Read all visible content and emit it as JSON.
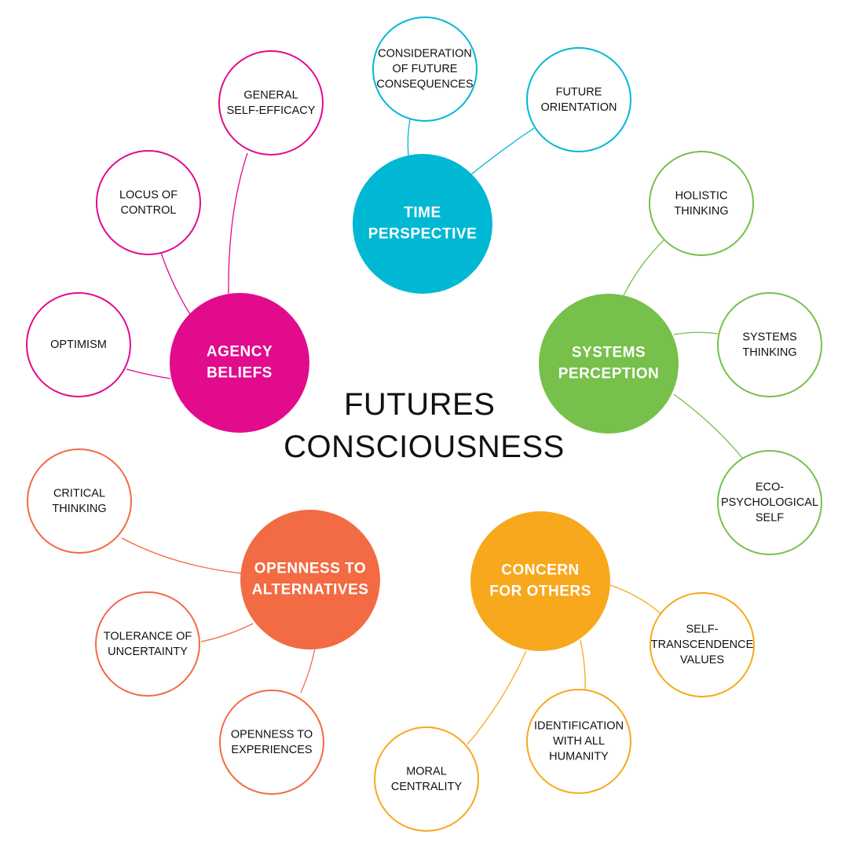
{
  "title": [
    "FUTURES",
    "CONSCIOUSNESS"
  ],
  "clusters": [
    {
      "id": "time-perspective",
      "color": "#00b8d4",
      "hub_lines": [
        "TIME",
        "PERSPECTIVE"
      ],
      "leaves": [
        {
          "id": "consideration-of-future-consequences",
          "lines": [
            "CONSIDERATION",
            "OF FUTURE",
            "CONSEQUENCES"
          ]
        },
        {
          "id": "future-orientation",
          "lines": [
            "FUTURE",
            "ORIENTATION"
          ]
        }
      ]
    },
    {
      "id": "systems-perception",
      "color": "#76c04b",
      "hub_lines": [
        "SYSTEMS",
        "PERCEPTION"
      ],
      "leaves": [
        {
          "id": "holistic-thinking",
          "lines": [
            "HOLISTIC",
            "THINKING"
          ]
        },
        {
          "id": "systems-thinking",
          "lines": [
            "SYSTEMS",
            "THINKING"
          ]
        },
        {
          "id": "eco-psychological-self",
          "lines": [
            "ECO-",
            "PSYCHOLOGICAL",
            "SELF"
          ]
        }
      ]
    },
    {
      "id": "concern-for-others",
      "color": "#f8a81c",
      "hub_lines": [
        "CONCERN",
        "FOR OTHERS"
      ],
      "leaves": [
        {
          "id": "self-transcendence-values",
          "lines": [
            "SELF-",
            "TRANSCENDENCE",
            "VALUES"
          ]
        },
        {
          "id": "identification-with-all-humanity",
          "lines": [
            "IDENTIFICATION",
            "WITH ALL",
            "HUMANITY"
          ]
        },
        {
          "id": "moral-centrality",
          "lines": [
            "MORAL",
            "CENTRALITY"
          ]
        }
      ]
    },
    {
      "id": "openness-to-alternatives",
      "color": "#f26b43",
      "hub_lines": [
        "OPENNESS TO",
        "ALTERNATIVES"
      ],
      "leaves": [
        {
          "id": "critical-thinking",
          "lines": [
            "CRITICAL",
            "THINKING"
          ]
        },
        {
          "id": "tolerance-of-uncertainty",
          "lines": [
            "TOLERANCE OF",
            "UNCERTAINTY"
          ]
        },
        {
          "id": "openness-to-experiences",
          "lines": [
            "OPENNESS TO",
            "EXPERIENCES"
          ]
        }
      ]
    },
    {
      "id": "agency-beliefs",
      "color": "#e20b8c",
      "hub_lines": [
        "AGENCY",
        "BELIEFS"
      ],
      "leaves": [
        {
          "id": "general-self-efficacy",
          "lines": [
            "GENERAL",
            "SELF-EFFICACY"
          ]
        },
        {
          "id": "locus-of-control",
          "lines": [
            "LOCUS OF",
            "CONTROL"
          ]
        },
        {
          "id": "optimism",
          "lines": [
            "OPTIMISM"
          ]
        }
      ]
    }
  ]
}
